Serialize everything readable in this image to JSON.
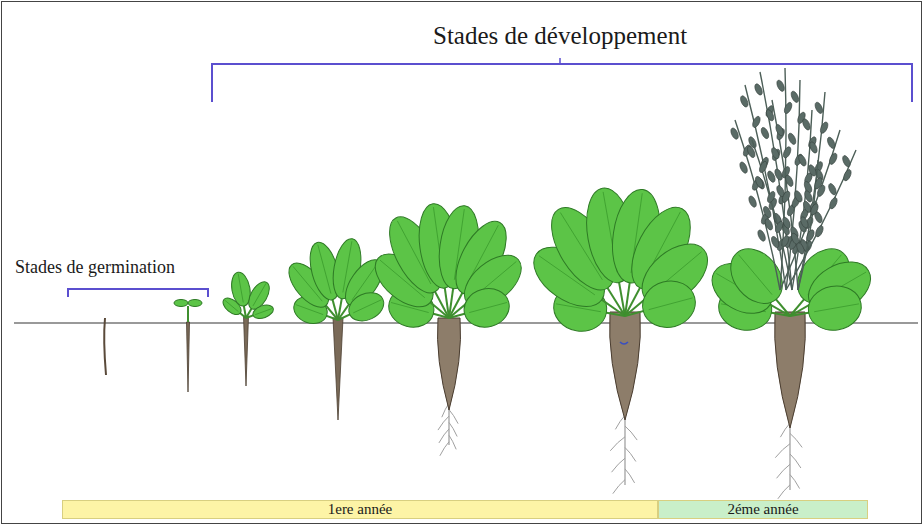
{
  "diagram": {
    "nodes": [
      {
        "text": [
          "1ere année"
        ]
      },
      {
        "text": [
          "2éme année"
        ]
      }
    ],
    "labels": [
      "Stades de développement",
      "Stades de germination"
    ]
  }
}
